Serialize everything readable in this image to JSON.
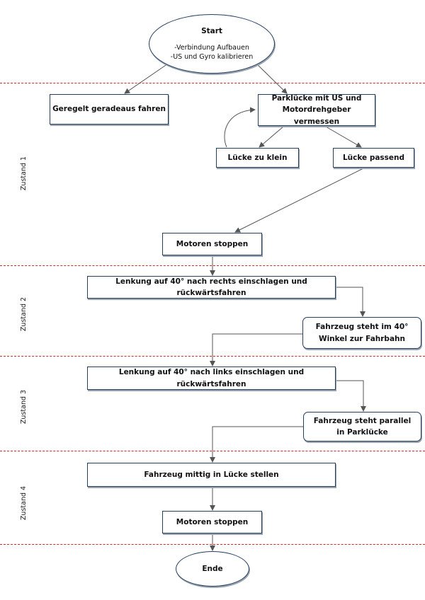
{
  "start": {
    "title": "Start",
    "line1": "-Verbindung Aufbauen",
    "line2": "-US und Gyro kalibrieren"
  },
  "boxes": {
    "straight": "Geregelt geradeaus fahren",
    "measure": "Parklücke mit US und Motordrehgeber vermessen",
    "too_small": "Lücke zu klein",
    "fits": "Lücke passend",
    "stop1": "Motoren stoppen",
    "steer_right": "Lenkung auf 40° nach rechts einschlagen und rückwärtsfahren",
    "angle40": "Fahrzeug steht im 40° Winkel zur Fahrbahn",
    "steer_left": "Lenkung auf 40° nach links einschlagen und rückwärtsfahren",
    "parallel": "Fahrzeug steht parallel in Parklücke",
    "center": "Fahrzeug mittig in Lücke stellen",
    "stop2": "Motoren stoppen"
  },
  "end": "Ende",
  "zones": [
    "Zustand 1",
    "Zustand 2",
    "Zustand 3",
    "Zustand 4"
  ],
  "colors": {
    "divider": "#d62a2a",
    "box_border": "#243f60",
    "arrow": "#555555"
  }
}
